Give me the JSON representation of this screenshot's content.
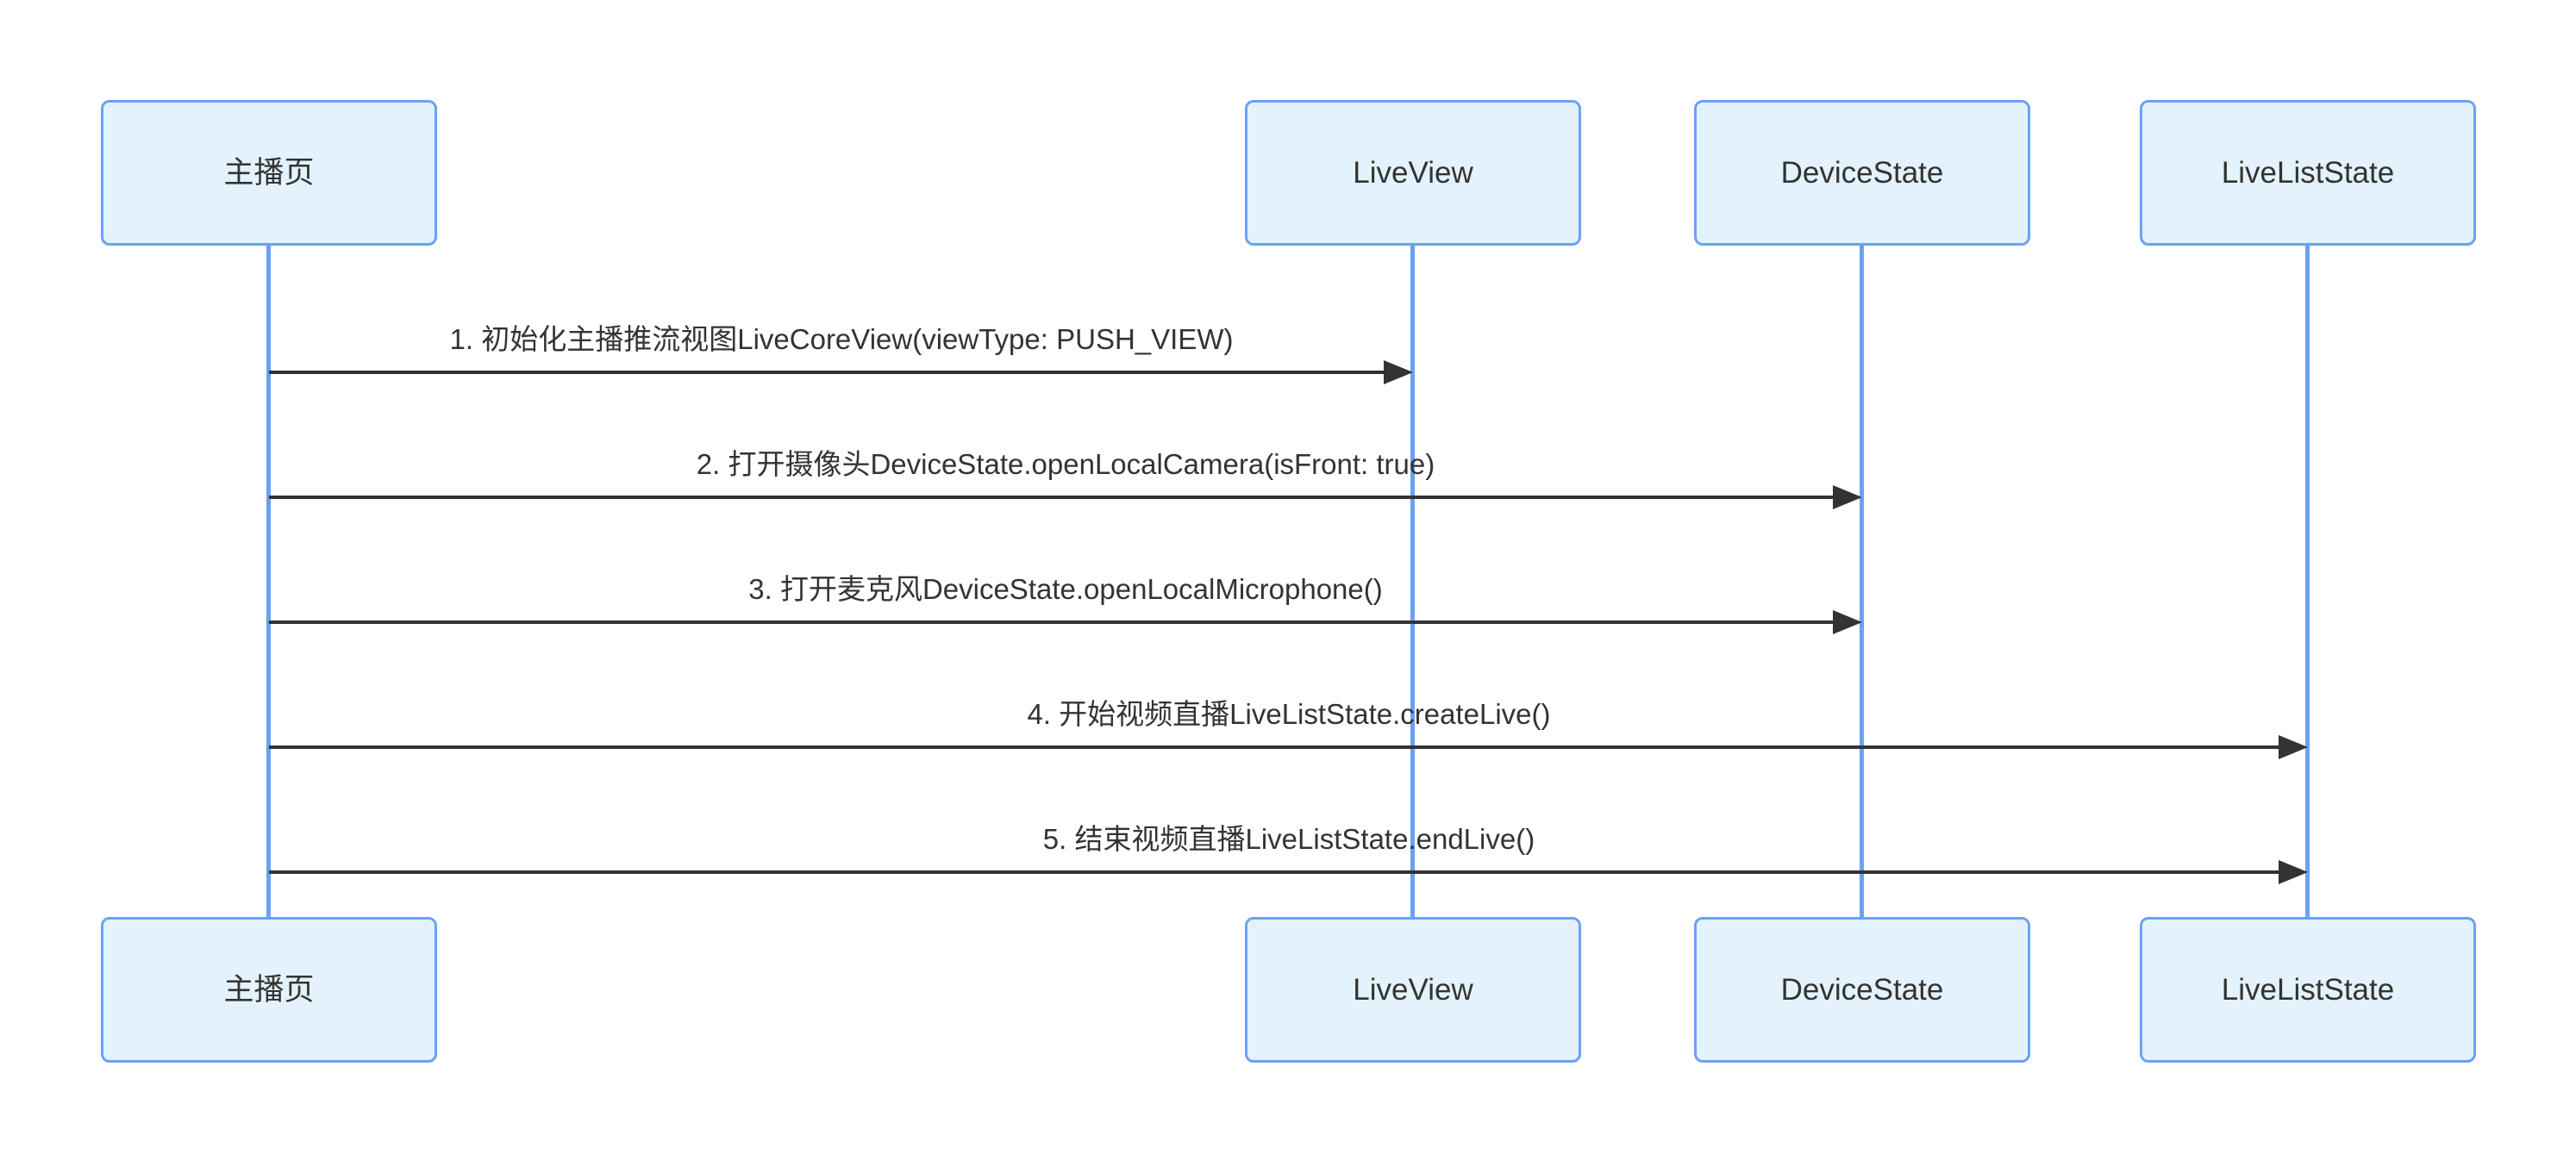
{
  "diagram": {
    "type": "sequence-diagram",
    "background_color": "#ffffff",
    "colors": {
      "actor_fill": "#E3F2FC",
      "actor_border": "#6BA1F3",
      "lifeline": "#6BA1F3",
      "arrow": "#333333",
      "text": "#333333"
    },
    "participants": [
      {
        "name": "主播页"
      },
      {
        "name": "LiveView"
      },
      {
        "name": "DeviceState"
      },
      {
        "name": "LiveListState"
      }
    ],
    "messages": [
      {
        "label": "1. 初始化主播推流视图LiveCoreView(viewType: PUSH_VIEW)",
        "from": "主播页",
        "to": "LiveView"
      },
      {
        "label": "2. 打开摄像头DeviceState.openLocalCamera(isFront: true)",
        "from": "主播页",
        "to": "DeviceState"
      },
      {
        "label": "3. 打开麦克风DeviceState.openLocalMicrophone()",
        "from": "主播页",
        "to": "DeviceState"
      },
      {
        "label": "4. 开始视频直播LiveListState.createLive()",
        "from": "主播页",
        "to": "LiveListState"
      },
      {
        "label": "5. 结束视频直播LiveListState.endLive()",
        "from": "主播页",
        "to": "LiveListState"
      }
    ]
  }
}
